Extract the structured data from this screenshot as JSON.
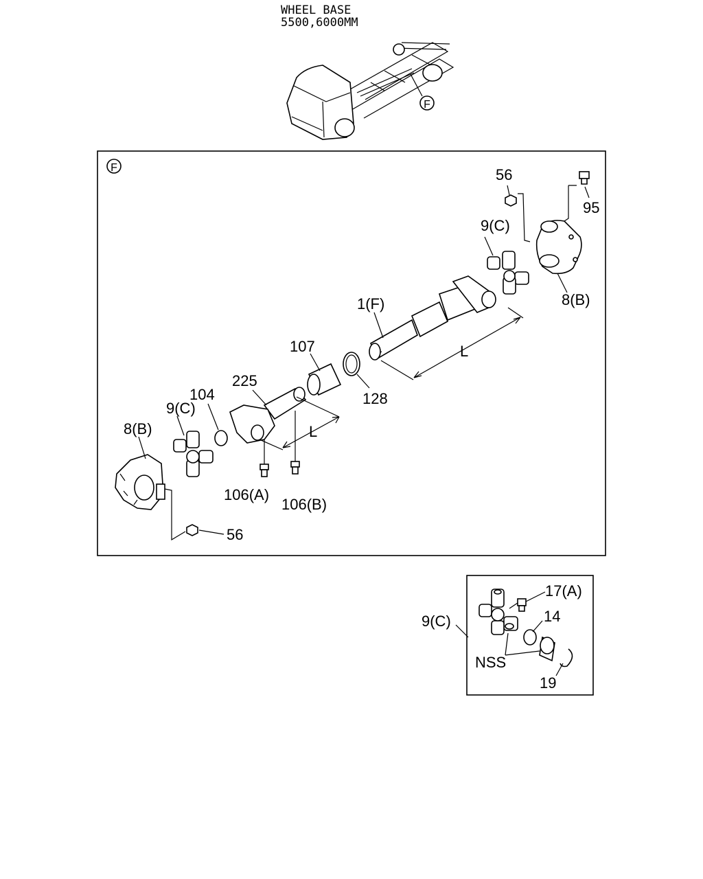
{
  "header": {
    "line1": "WHEEL BASE",
    "line2": "5500,6000MM"
  },
  "overview": {
    "callout": "F"
  },
  "main_panel": {
    "view_marker": "F",
    "labels": {
      "nut_top": "56",
      "bolt_top": "95",
      "spider_top": "9(C)",
      "yoke_top": "8(B)",
      "shaft": "1(F)",
      "length_upper": "L",
      "bushing": "107",
      "ring": "128",
      "slip_yoke": "225",
      "seal": "104",
      "spider_left": "9(C)",
      "yoke_left": "8(B)",
      "length_lower": "L",
      "grease_a": "106(A)",
      "grease_b": "106(B)",
      "nut_bottom": "56"
    }
  },
  "inset_panel": {
    "labels": {
      "assembly": "9(C)",
      "nipple": "17(A)",
      "seal": "14",
      "nss": "NSS",
      "snap_ring": "19"
    }
  }
}
